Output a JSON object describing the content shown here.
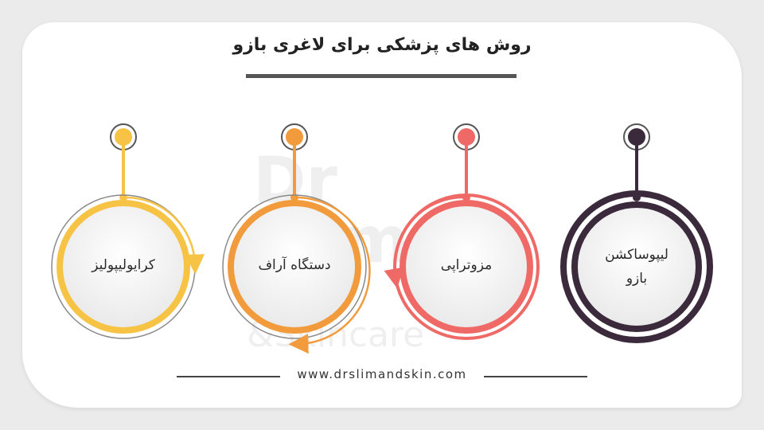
{
  "title": "روش های پزشکی برای لاغری بازو",
  "footer": "www.drslimandskin.com",
  "watermark": [
    "Dr",
    "Slim",
    "&Skincare"
  ],
  "colors": {
    "yellow": "#f6c344",
    "orange": "#f29b3d",
    "coral": "#ef6a66",
    "dark": "#3b2a3c",
    "ring_gray": "#8a8a8a"
  },
  "methods": [
    {
      "label": "کرایولیپولیز",
      "color": "#f6c344"
    },
    {
      "label": "دستگاه آراف",
      "color": "#f29b3d"
    },
    {
      "label": "مزوتراپی",
      "color": "#ef6a66"
    },
    {
      "label": "لیپوساکشن بازو",
      "color": "#3b2a3c"
    }
  ]
}
